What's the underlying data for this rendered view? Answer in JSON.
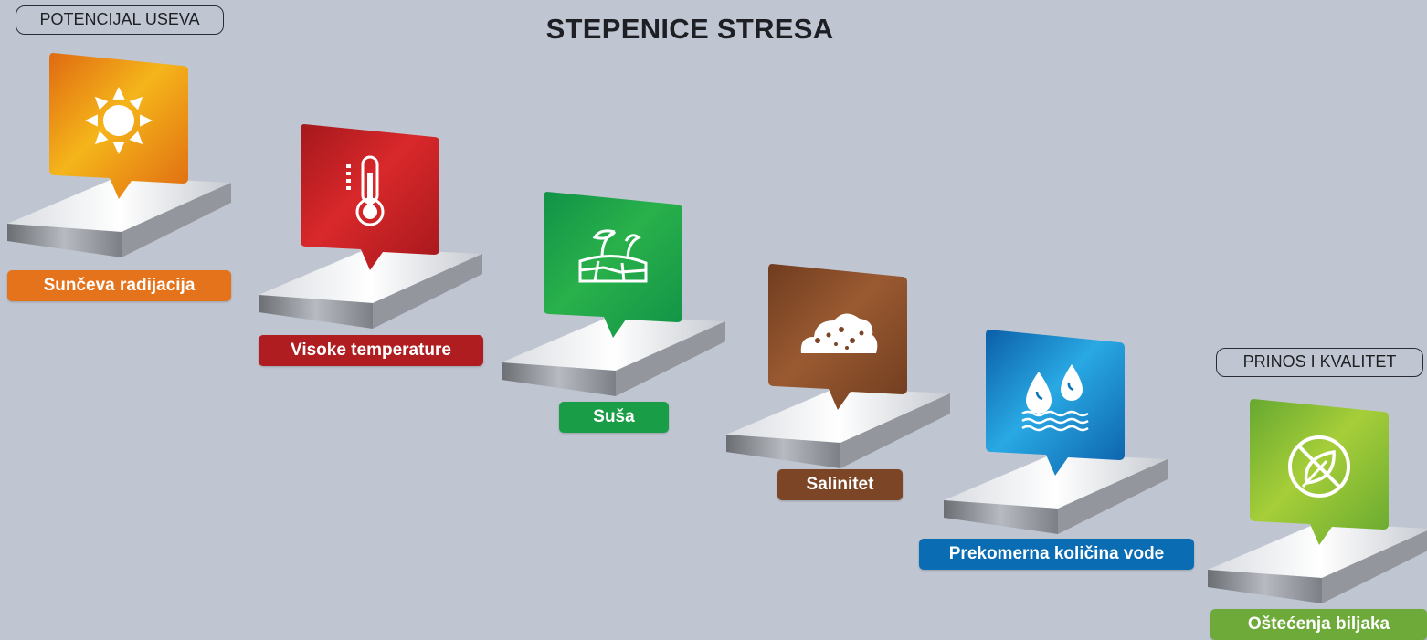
{
  "title": "STEPENICE STRESA",
  "start_label": "POTENCIJAL USEVA",
  "end_label": "PRINOS I KVALITET",
  "steps": [
    {
      "label": "Sunčeva radijacija",
      "icon": "sun-icon",
      "color_light": "#f5b51a",
      "color_dark": "#df6a12",
      "pill_color": "#e5731c"
    },
    {
      "label": "Visoke temperature",
      "icon": "thermometer-icon",
      "color_light": "#d9282b",
      "color_dark": "#a4181c",
      "pill_color": "#b01d20"
    },
    {
      "label": "Suša",
      "icon": "drought-plant-icon",
      "color_light": "#29b14b",
      "color_dark": "#119247",
      "pill_color": "#1a9d47"
    },
    {
      "label": "Salinitet",
      "icon": "soil-salinity-icon",
      "color_light": "#9a5a31",
      "color_dark": "#6f3c1f",
      "pill_color": "#7b4526"
    },
    {
      "label": "Prekomerna količina vode",
      "icon": "water-drops-icon",
      "color_light": "#29a9e4",
      "color_dark": "#0b5ea8",
      "pill_color": "#0a6cb2"
    },
    {
      "label": "Oštećenja biljaka",
      "icon": "no-plant-icon",
      "color_light": "#a6ce39",
      "color_dark": "#66a830",
      "pill_color": "#6eaa3a"
    }
  ]
}
